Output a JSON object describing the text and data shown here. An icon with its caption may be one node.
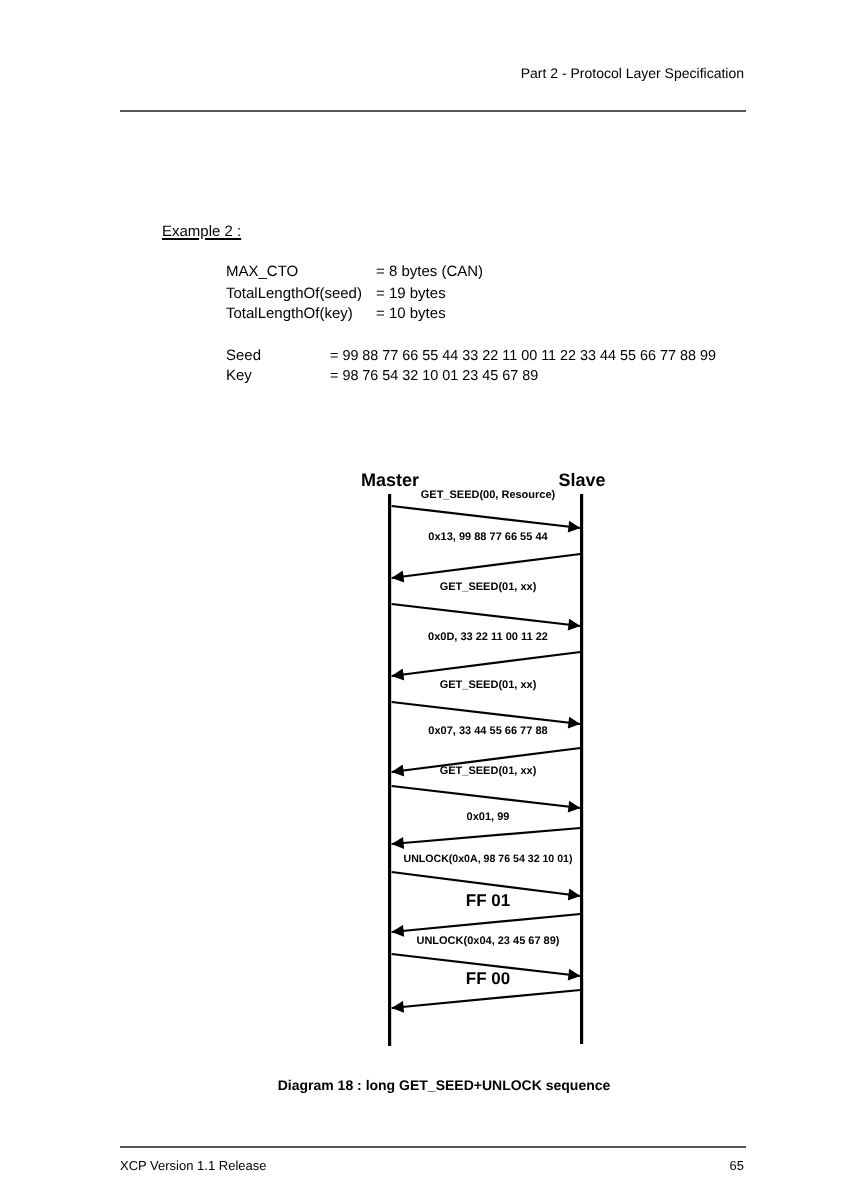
{
  "diagram": {
    "caption": "Diagram 18 : long GET_SEED+UNLOCK sequence",
    "nodes": [
      {
        "text": [
          "Master"
        ]
      },
      {
        "text": [
          "Slave"
        ]
      }
    ],
    "edges": [
      {
        "from": 0,
        "to": 1,
        "arrow": "to",
        "label": "GET_SEED(00, Resource)"
      },
      {
        "from": 1,
        "to": 0,
        "arrow": "to",
        "label": "0x13, 99 88 77 66 55 44"
      },
      {
        "from": 0,
        "to": 1,
        "arrow": "to",
        "label": "GET_SEED(01, xx)"
      },
      {
        "from": 1,
        "to": 0,
        "arrow": "to",
        "label": "0x0D, 33 22 11 00 11 22"
      },
      {
        "from": 0,
        "to": 1,
        "arrow": "to",
        "label": "GET_SEED(01, xx)"
      },
      {
        "from": 1,
        "to": 0,
        "arrow": "to",
        "label": "0x07, 33 44 55 66 77 88"
      },
      {
        "from": 0,
        "to": 1,
        "arrow": "to",
        "label": "GET_SEED(01, xx)"
      },
      {
        "from": 1,
        "to": 0,
        "arrow": "to",
        "label": "0x01, 99"
      },
      {
        "from": 0,
        "to": 1,
        "arrow": "to",
        "label": "UNLOCK(0x0A, 98 76 54 32 10 01)"
      },
      {
        "from": 1,
        "to": 0,
        "arrow": "to",
        "label": "FF 01"
      },
      {
        "from": 0,
        "to": 1,
        "arrow": "to",
        "label": "UNLOCK(0x04, 23 45 67 89)"
      },
      {
        "from": 1,
        "to": 0,
        "arrow": "to",
        "label": "FF 00"
      }
    ],
    "labels": [
      "Part 2 - Protocol Layer Specification",
      "Example 2 :",
      "MAX_CTO",
      "= 8 bytes (CAN)",
      "TotalLengthOf(seed)",
      "= 19 bytes",
      "TotalLengthOf(key)",
      "= 10 bytes",
      "Seed",
      "= 99 88 77 66 55 44 33 22 11 00 11 22 33 44 55 66 77 88 99",
      "Key",
      "= 98 76 54 32 10 01 23 45 67 89",
      "XCP Version 1.1 Release",
      "65"
    ]
  }
}
